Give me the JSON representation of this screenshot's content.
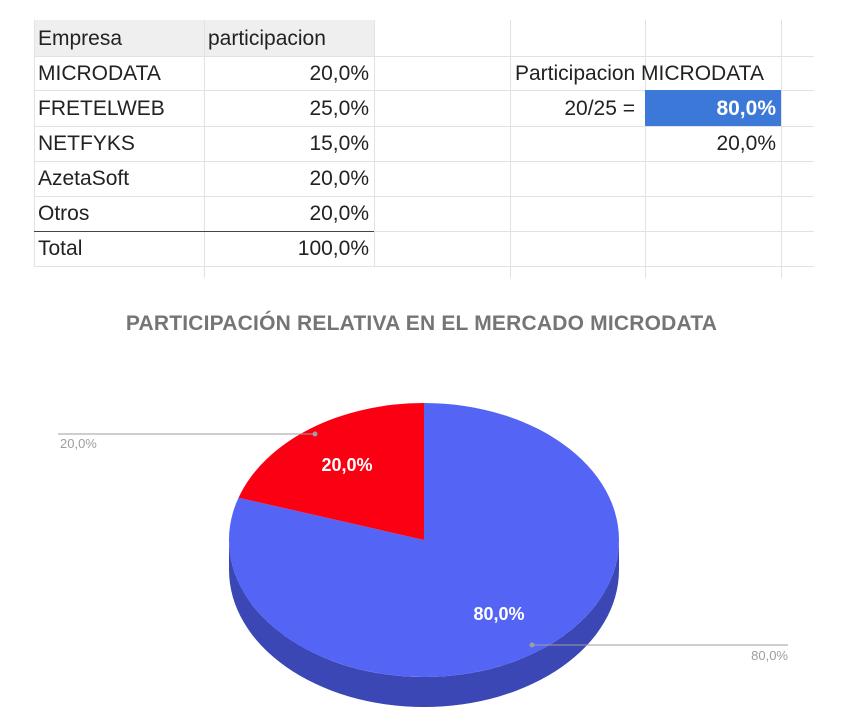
{
  "table": {
    "header": {
      "empresa": "Empresa",
      "participacion": "participacion"
    },
    "rows": [
      {
        "empresa": "MICRODATA",
        "participacion": "20,0%"
      },
      {
        "empresa": "FRETELWEB",
        "participacion": "25,0%"
      },
      {
        "empresa": "NETFYKS",
        "participacion": "15,0%"
      },
      {
        "empresa": "AzetaSoft",
        "participacion": "20,0%"
      },
      {
        "empresa": "Otros",
        "participacion": "20,0%"
      }
    ],
    "total": {
      "empresa": "Total",
      "participacion": "100,0%"
    }
  },
  "side": {
    "label": "Participacion MICRODATA",
    "formula": "20/25 =",
    "result": "80,0%",
    "remainder": "20,0%"
  },
  "colors": {
    "highlight": "#3c78d8",
    "series_blue": "#5464f5",
    "series_red": "#fb0013"
  },
  "chart_data": {
    "type": "pie",
    "title": "PARTICIPACIÓN RELATIVA EN EL MERCADO MICRODATA",
    "slices": [
      {
        "value": 80.0,
        "label": "80,0%",
        "color": "#5464f5"
      },
      {
        "value": 20.0,
        "label": "20,0%",
        "color": "#fb0013"
      }
    ],
    "callouts": [
      "80,0%",
      "20,0%"
    ],
    "style": "3d"
  }
}
